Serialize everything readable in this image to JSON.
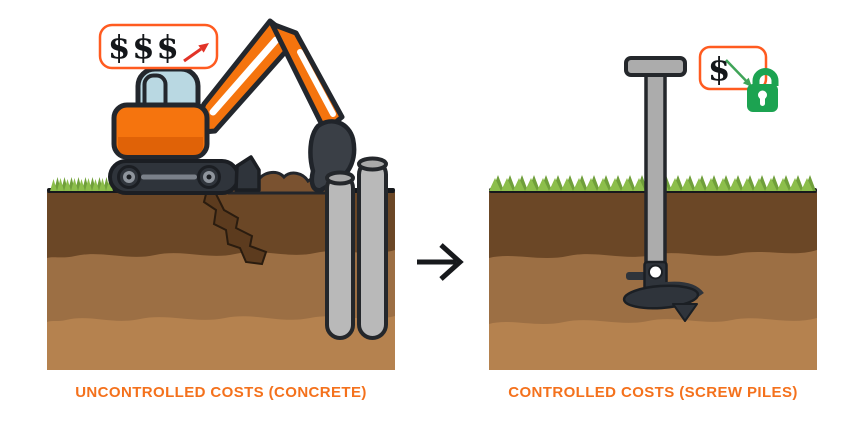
{
  "captions": {
    "left": "UNCONTROLLED COSTS (CONCRETE)",
    "right": "CONTROLLED COSTS (SCREW PILES)"
  },
  "callouts": {
    "left": {
      "label": "$$$",
      "icon": "red-rising-arrow-icon"
    },
    "right": {
      "label": "$",
      "icon": "green-falling-arrow-icon",
      "lock": "green-padlock-icon"
    }
  },
  "transition": {
    "icon": "right-arrow-icon"
  },
  "scenes": {
    "left": {
      "elements": [
        "mini-excavator-icon",
        "excavated-crack",
        "soil-mound",
        "concrete-piles",
        "grass",
        "soil-layers"
      ]
    },
    "right": {
      "elements": [
        "screw-pile-icon",
        "grass",
        "soil-layers"
      ]
    }
  },
  "colors": {
    "brand_orange": "#F4711C",
    "callout_orange": "#FF5B20",
    "machine_orange": "#F5740E",
    "machine_orange_dark": "#E06207",
    "outline": "#23272D",
    "glass_blue": "#B9D8E2",
    "track_gray": "#2F343B",
    "pile_gray": "#B9B9B9",
    "steel_gray": "#ACACAC",
    "soil_top": "#6B4726",
    "soil_mid": "#9C6F44",
    "soil_bottom": "#B5824F",
    "crack_brown": "#5C3B1E",
    "mound_brown": "#7A5230",
    "grass_light": "#8CBE4B",
    "grass_dark": "#6F9F3A",
    "red_arrow": "#E23327",
    "green": "#1CA351",
    "arrow_black": "#17191C"
  }
}
